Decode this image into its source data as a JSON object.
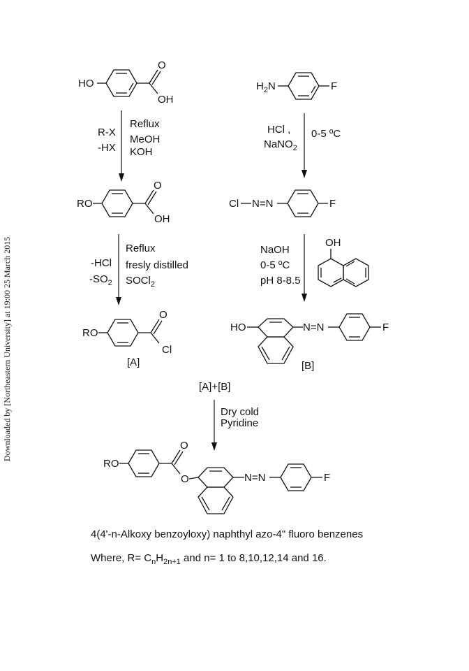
{
  "watermark": "Downloaded by [Northeastern University] at 19:00 25 March 2015",
  "structures": {
    "ho": "HO",
    "oh": "OH",
    "o": "O",
    "ro": "RO",
    "f": "F",
    "h2n_h": "H",
    "h2n_sub": "2",
    "h2n_n": "N",
    "cl": "Cl",
    "diazo": "N=N",
    "acid_cl": "Cl",
    "label_a": "[A]",
    "label_b": "[B]"
  },
  "conditions": {
    "step1_left": [
      "R-X",
      "-HX"
    ],
    "step1_right": [
      "Reflux",
      "MeOH",
      "KOH"
    ],
    "step2_left": "HCl ,",
    "step2_nano_pre": "NaNO",
    "step2_nano_sub": "2",
    "step2_right": "0-5 ºC",
    "step3_left1": "-HCl",
    "step3_so_pre": "-SO",
    "step3_so_sub": "2",
    "step3_right1": "Reflux",
    "step3_right2": "fresly distilled",
    "step3_socl_pre": "SOCl",
    "step3_socl_sub": "2",
    "step4": [
      "NaOH",
      "0-5 ºC",
      "pH 8-8.5"
    ],
    "combine": "[A]+[B]",
    "step5": [
      "Dry cold",
      "Pyridine"
    ]
  },
  "caption": {
    "title": "4(4'-n-Alkoxy benzoyloxy) naphthyl azo-4\" fluoro benzenes",
    "where_pre": "Where, R= C",
    "where_n": "n",
    "where_h": "H",
    "where_sub2": "2n+1",
    "where_post": " and n= 1 to 8,10,12,14 and 16."
  }
}
